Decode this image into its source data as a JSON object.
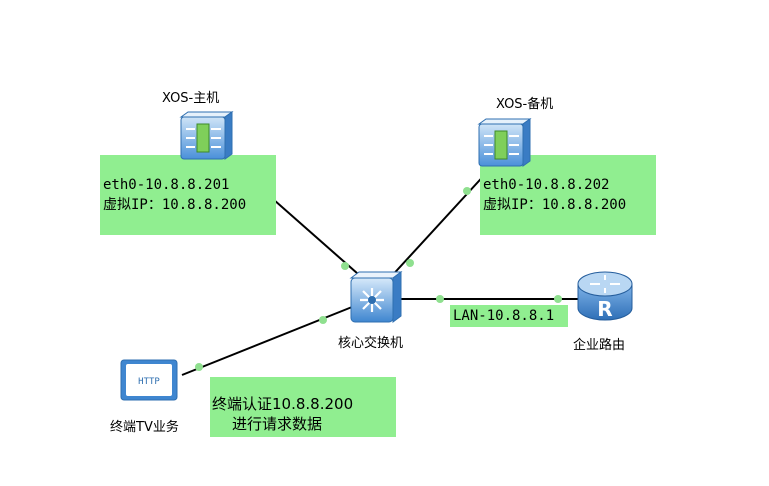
{
  "colors": {
    "note_bg": "#90ee90",
    "link": "#000000",
    "endpoint": "#8fe08f",
    "device_blue": "#4a90d9"
  },
  "nodes": {
    "xos_master": {
      "label": "XOS-主机",
      "icon": "firewall-icon"
    },
    "xos_backup": {
      "label": "XOS-备机",
      "icon": "firewall-icon"
    },
    "core_switch": {
      "label": "核心交换机",
      "icon": "core-switch-icon"
    },
    "router": {
      "label": "企业路由",
      "icon": "router-icon"
    },
    "terminal": {
      "label": "终端TV业务",
      "icon": "http-terminal-icon",
      "screen_text": "HTTP"
    }
  },
  "notes": {
    "master": {
      "line1": "eth0-10.8.8.201",
      "line2": "虚拟IP：10.8.8.200"
    },
    "backup": {
      "line1": "eth0-10.8.8.202",
      "line2": "虚拟IP：10.8.8.200"
    },
    "lan": {
      "text": "LAN-10.8.8.1"
    },
    "terminal": {
      "line1": "终端认证10.8.8.200",
      "line2": "进行请求数据"
    }
  }
}
